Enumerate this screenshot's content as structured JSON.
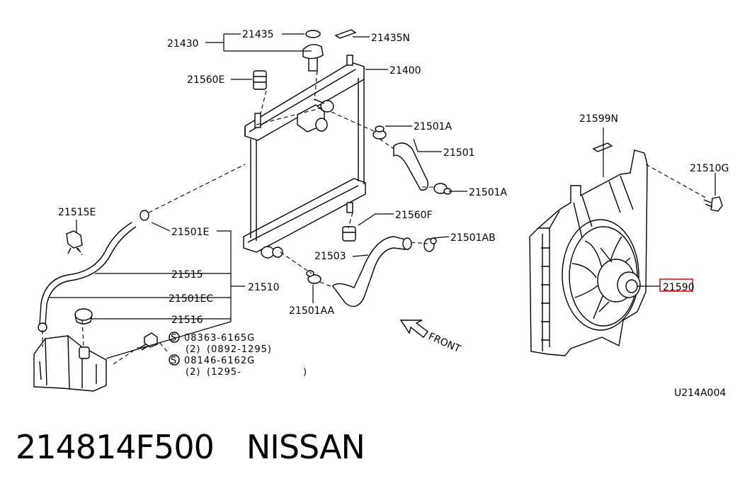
{
  "labels": {
    "l21430": "21430",
    "l21435": "21435",
    "l21435N": "21435N",
    "l21400": "21400",
    "l21560E": "21560E",
    "l21501A_1": "21501A",
    "l21501": "21501",
    "l21501A_2": "21501A",
    "l21599N": "21599N",
    "l21510G": "21510G",
    "l21515E": "21515E",
    "l21501E": "21501E",
    "l21560F": "21560F",
    "l21501AB": "21501AB",
    "l21503": "21503",
    "l21515": "21515",
    "l21510": "21510",
    "l21501EC": "21501EC",
    "l21501AA": "21501AA",
    "l21516": "21516",
    "l21590": "21590",
    "s_symbol_1": "S",
    "s_symbol_2": "S",
    "bolt1_code": "08363-6165G",
    "bolt1_qty": "(2)",
    "bolt1_range": "(0892-1295)",
    "bolt2_code": "08146-6162G",
    "bolt2_qty": "(2)",
    "bolt2_range": "(1295-",
    "bolt2_range_end": ")",
    "front": "FRONT",
    "diagram_code": "U214A004"
  },
  "title": {
    "part_number": "214814F500",
    "brand": "NISSAN"
  },
  "colors": {
    "highlight": "#e0121b",
    "line": "#000000"
  }
}
